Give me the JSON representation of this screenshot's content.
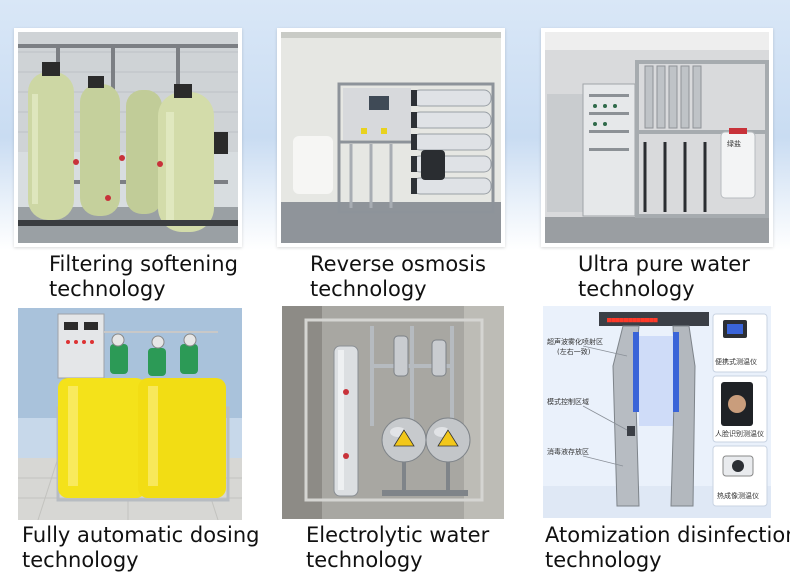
{
  "items": [
    {
      "line1": "Filtering softening",
      "line2": "technology",
      "image": "softening-tanks-photo"
    },
    {
      "line1": "Reverse osmosis",
      "line2": "technology",
      "image": "reverse-osmosis-unit-photo"
    },
    {
      "line1": "Ultra pure water",
      "line2": "technology",
      "image": "ultra-pure-water-system-photo"
    },
    {
      "line1": "Fully automatic dosing",
      "line2": "technology",
      "image": "dosing-tanks-photo"
    },
    {
      "line1": "Electrolytic water",
      "line2": "technology",
      "image": "electrolytic-cell-photo"
    },
    {
      "line1": "Atomization disinfection",
      "line2": "technology",
      "image": "disinfection-gate-diagram"
    }
  ],
  "atomization_labels": {
    "spray_zone": "超声波雾化喷射区",
    "spray_zone_note": "(左右一致)",
    "control_zone": "模式控制区域",
    "liquid_zone": "消毒液存放区",
    "portable_meter": "便携式测温仪",
    "face_meter": "人脸识别测温仪",
    "thermal_meter": "热成像测温仪"
  },
  "warning_label": "绿盐",
  "gate_display": "■■■■■■■■■■■■",
  "colors": {
    "tank_green": "#cfd9a8",
    "pipe_grey": "#7c7f84",
    "ro_membrane": "#dfe2e6",
    "dosing_yellow": "#f4e21a",
    "pump_green": "#2c9a56",
    "gate_blue": "#3a64d8",
    "steel": "#b7bcc2"
  }
}
